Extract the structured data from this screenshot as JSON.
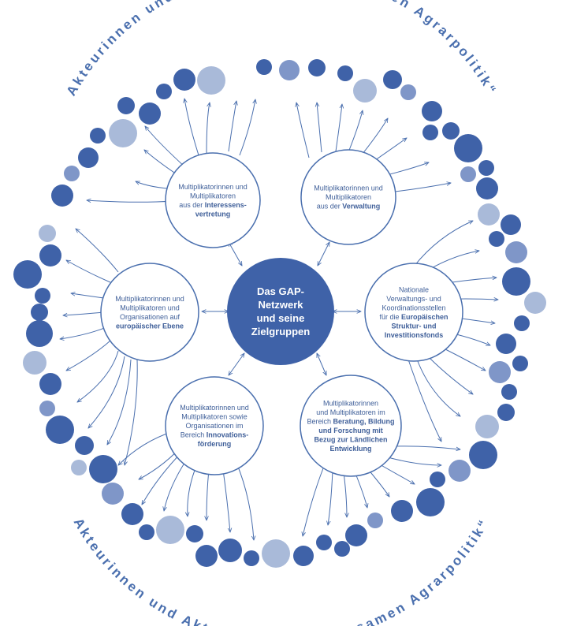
{
  "title_arc_top": "Akteurinnen und Akteure der „Gemeinsamen Agrarpolitik“",
  "title_arc_bottom": "Akteurinnen und Akteure der „Gemeinsamen Agrarpolitik“",
  "center": {
    "lines": [
      "Das GAP-",
      "Netzwerk",
      "und seine",
      "Zielgruppen"
    ]
  },
  "nodes": [
    {
      "id": "interessensvertretung",
      "lines": [
        [
          {
            "t": "Multiplikatorinnen und"
          }
        ],
        [
          {
            "t": "Multiplikatoren"
          }
        ],
        [
          {
            "t": "aus der "
          },
          {
            "t": "Interessens-",
            "b": true
          }
        ],
        [
          {
            "t": "vertretung",
            "b": true
          }
        ]
      ]
    },
    {
      "id": "verwaltung",
      "lines": [
        [
          {
            "t": "Multiplikatorinnen und"
          }
        ],
        [
          {
            "t": "Multiplikatoren"
          }
        ],
        [
          {
            "t": "aus der "
          },
          {
            "t": "Verwaltung",
            "b": true
          }
        ]
      ]
    },
    {
      "id": "europaeische-ebene",
      "lines": [
        [
          {
            "t": "Multiplikatorinnen und"
          }
        ],
        [
          {
            "t": "Multiplikatoren und"
          }
        ],
        [
          {
            "t": "Organisationen auf"
          }
        ],
        [
          {
            "t": "europäischer Ebene",
            "b": true
          }
        ]
      ]
    },
    {
      "id": "koordinationsstellen",
      "lines": [
        [
          {
            "t": "Nationale"
          }
        ],
        [
          {
            "t": "Verwaltungs- und"
          }
        ],
        [
          {
            "t": "Koordinationsstellen"
          }
        ],
        [
          {
            "t": "für die "
          },
          {
            "t": "Europäischen",
            "b": true
          }
        ],
        [
          {
            "t": "Struktur- und",
            "b": true
          }
        ],
        [
          {
            "t": "Investitionsfonds",
            "b": true
          }
        ]
      ]
    },
    {
      "id": "innovationsfoerderung",
      "lines": [
        [
          {
            "t": "Multiplikatorinnen und"
          }
        ],
        [
          {
            "t": "Multiplikatoren sowie"
          }
        ],
        [
          {
            "t": "Organisationen im"
          }
        ],
        [
          {
            "t": "Bereich "
          },
          {
            "t": "Innovations-",
            "b": true
          }
        ],
        [
          {
            "t": "förderung",
            "b": true
          }
        ]
      ]
    },
    {
      "id": "beratung-bildung-forschung",
      "lines": [
        [
          {
            "t": "Multiplikatorinnen"
          }
        ],
        [
          {
            "t": "und Multiplikatoren im"
          }
        ],
        [
          {
            "t": "Bereich "
          },
          {
            "t": "Beratung, Bildung",
            "b": true
          }
        ],
        [
          {
            "t": "und Forschung mit",
            "b": true
          }
        ],
        [
          {
            "t": "Bezug zur Ländlichen",
            "b": true
          }
        ],
        [
          {
            "t": "Entwicklung",
            "b": true
          }
        ]
      ]
    }
  ],
  "colors": {
    "dark": "#3f62a8",
    "mid": "#7f96c8",
    "light": "#a9bad9",
    "line": "#4a6fae",
    "text": "#3f5f99",
    "arc": "#4a6fae"
  }
}
